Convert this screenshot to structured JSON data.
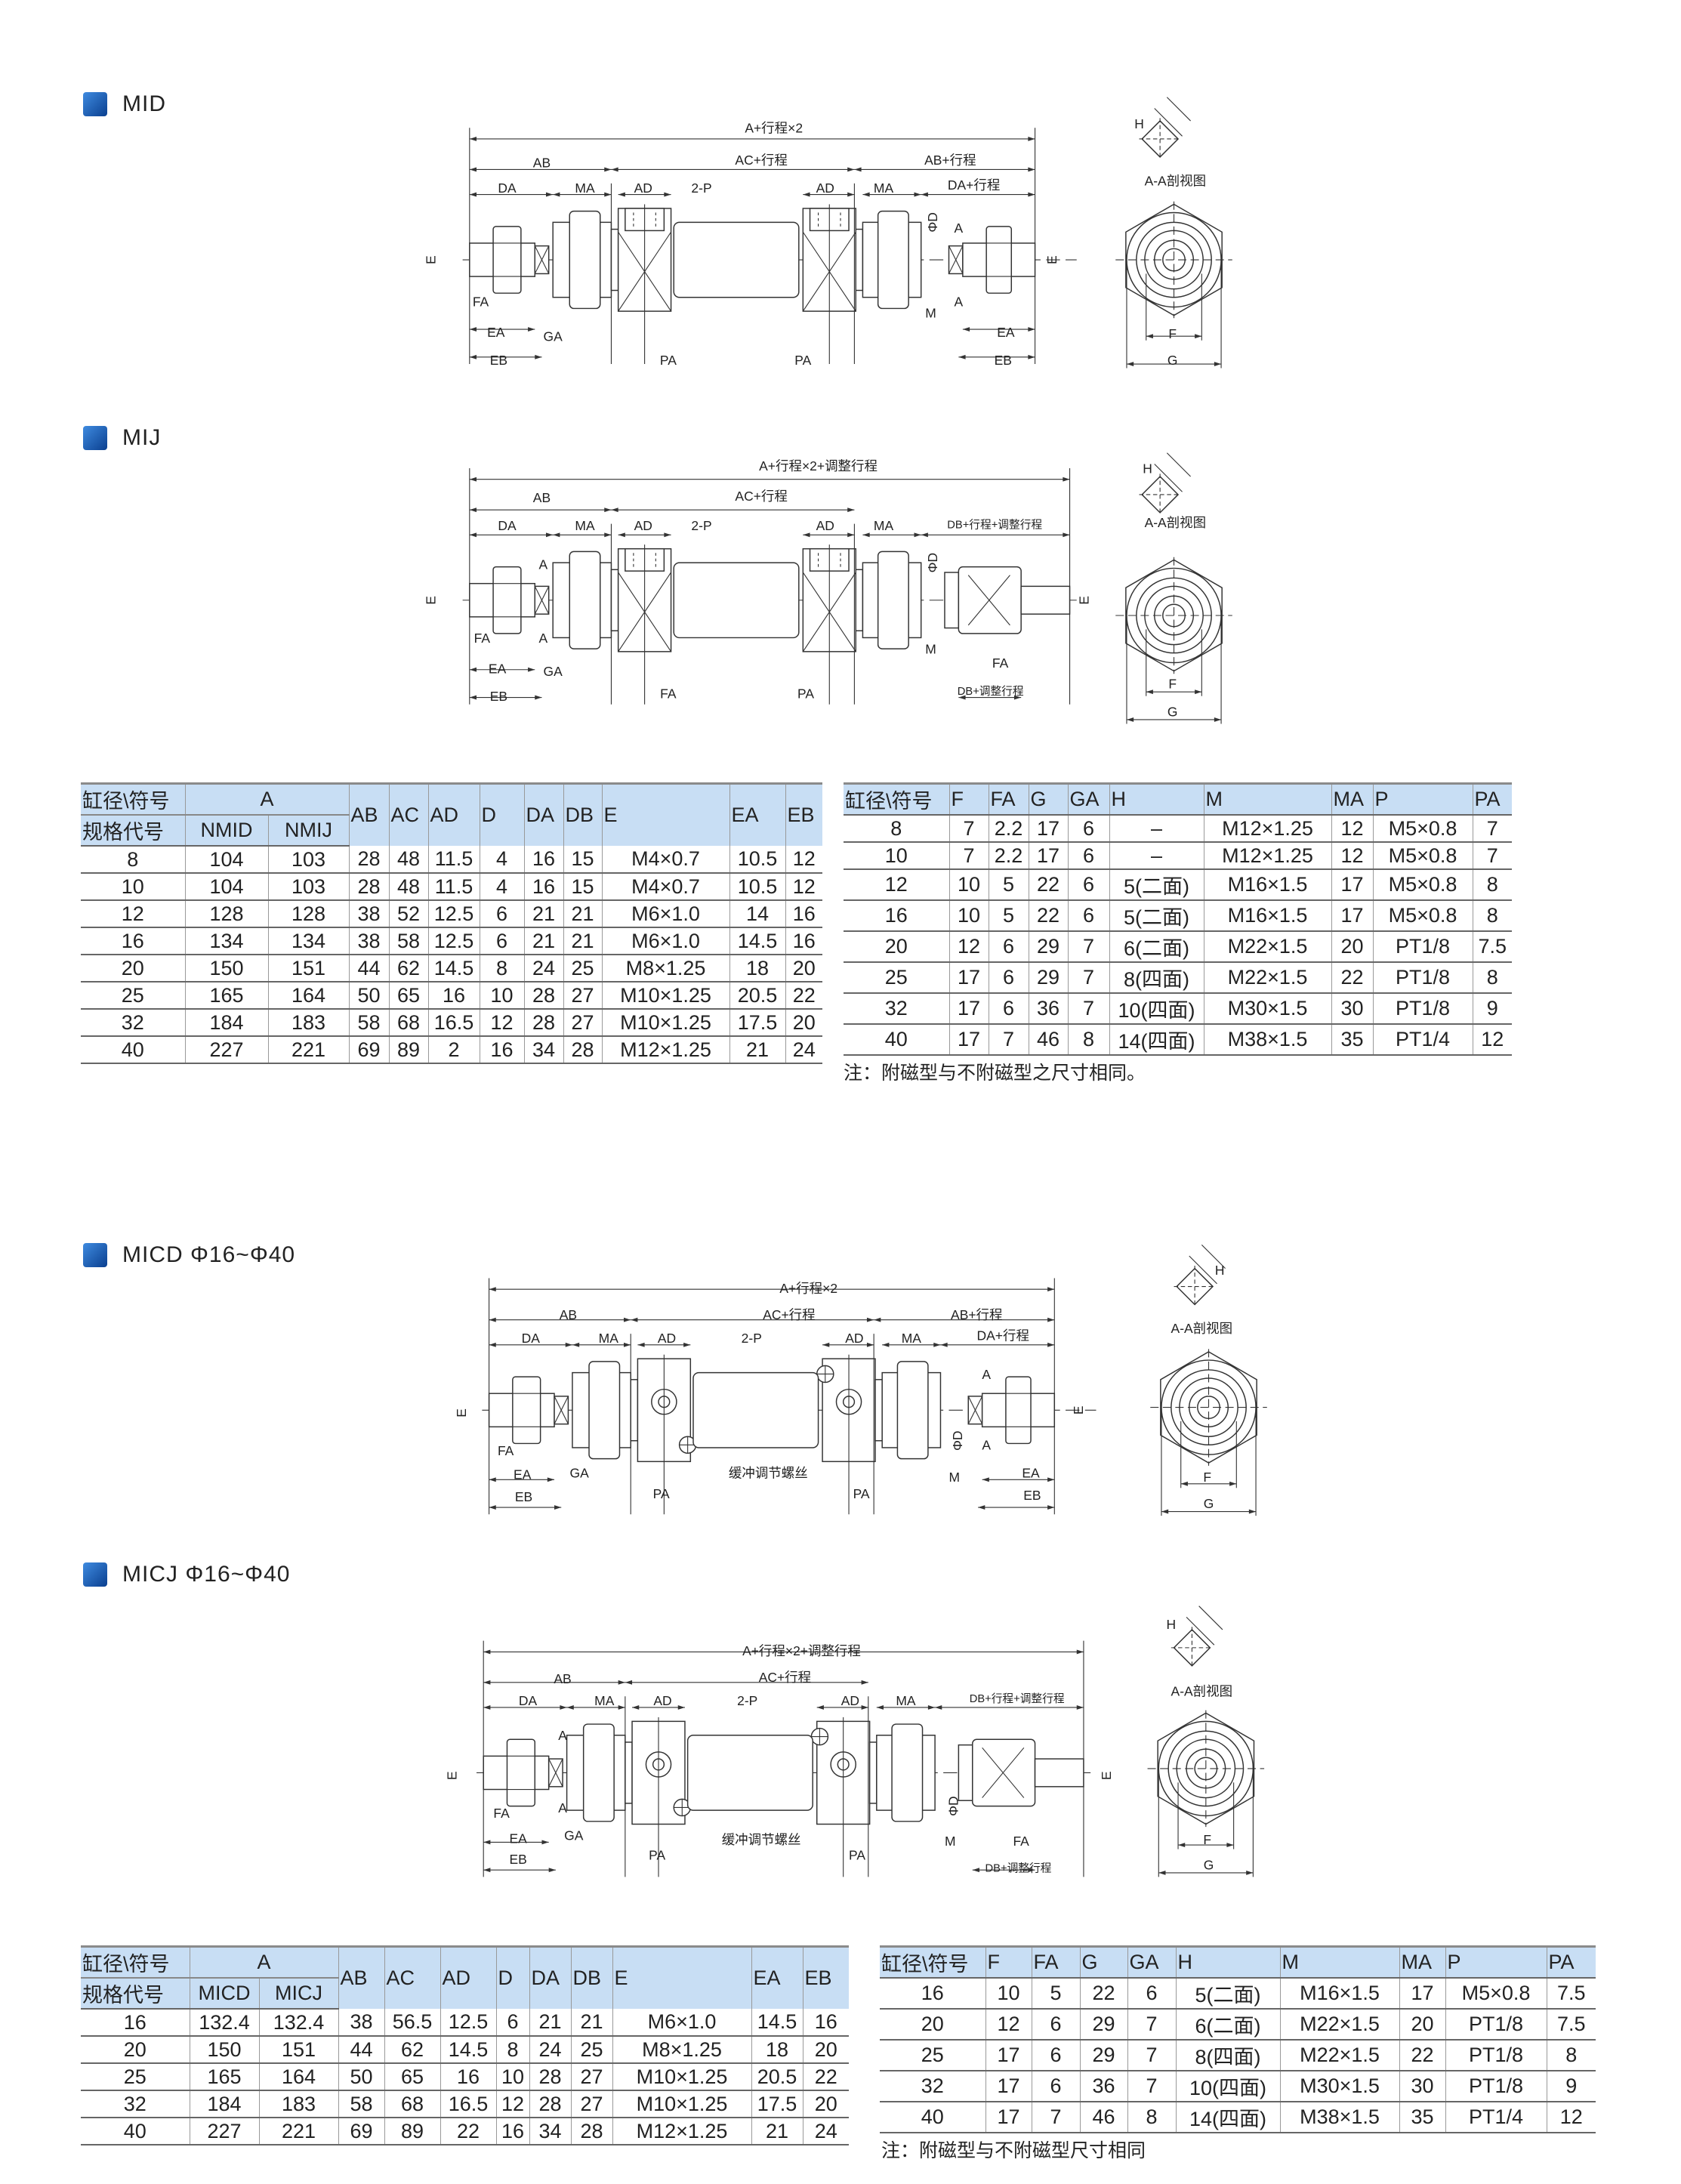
{
  "sections": [
    {
      "title": "MID"
    },
    {
      "title": "MIJ"
    },
    {
      "title": "MICD Φ16~Φ40"
    },
    {
      "title": "MICJ Φ16~Φ40"
    }
  ],
  "drawings": [
    {
      "name": "MID",
      "labels": [
        "A+行程×2",
        "AB",
        "AC+行程",
        "AB+行程",
        "DA",
        "MA",
        "AD",
        "2-P",
        "AD",
        "MA",
        "DA+行程",
        "E",
        "E",
        "ΦD",
        "A",
        "A",
        "M",
        "FA",
        "EA",
        "GA",
        "EB",
        "PA",
        "PA",
        "EA",
        "EB",
        "H",
        "A-A剖视图",
        "F",
        "G"
      ]
    },
    {
      "name": "MIJ",
      "labels": [
        "A+行程×2+调整行程",
        "AB",
        "AC+行程",
        "DA",
        "MA",
        "AD",
        "2-P",
        "AD",
        "MA",
        "DB+行程+调整行程",
        "E",
        "E",
        "ΦD",
        "A",
        "A",
        "M",
        "FA",
        "EA",
        "GA",
        "EB",
        "FA",
        "PA",
        "FA",
        "DB+调整行程",
        "H",
        "A-A剖视图",
        "F",
        "G"
      ]
    },
    {
      "name": "MICD",
      "labels": [
        "A+行程×2",
        "AB",
        "AC+行程",
        "AB+行程",
        "DA",
        "MA",
        "AD",
        "2-P",
        "AD",
        "MA",
        "DA+行程",
        "E",
        "E",
        "ΦD",
        "A",
        "A",
        "M",
        "FA",
        "EA",
        "GA",
        "EB",
        "PA",
        "缓冲调节螺丝",
        "PA",
        "EA",
        "EB",
        "H",
        "A-A剖视图",
        "F",
        "G"
      ]
    },
    {
      "name": "MICJ",
      "labels": [
        "A+行程×2+调整行程",
        "AB",
        "AC+行程",
        "DA",
        "MA",
        "AD",
        "2-P",
        "AD",
        "MA",
        "DB+行程+调整行程",
        "E",
        "E",
        "A",
        "A",
        "ΦD",
        "M",
        "FA",
        "EA",
        "GA",
        "EB",
        "PA",
        "缓冲调节螺丝",
        "PA",
        "FA",
        "DB+调整行程",
        "H",
        "A-A剖视图",
        "F",
        "G"
      ]
    }
  ],
  "table1_left": {
    "corner_top": "缸径\\符号",
    "corner_bottom": "规格代号",
    "group": "A",
    "sub": [
      "NMID",
      "NMIJ"
    ],
    "cols": [
      "AB",
      "AC",
      "AD",
      "D",
      "DA",
      "DB",
      "E",
      "EA",
      "EB"
    ],
    "rows": [
      [
        "8",
        "104",
        "103",
        "28",
        "48",
        "11.5",
        "4",
        "16",
        "15",
        "M4×0.7",
        "10.5",
        "12"
      ],
      [
        "10",
        "104",
        "103",
        "28",
        "48",
        "11.5",
        "4",
        "16",
        "15",
        "M4×0.7",
        "10.5",
        "12"
      ],
      [
        "12",
        "128",
        "128",
        "38",
        "52",
        "12.5",
        "6",
        "21",
        "21",
        "M6×1.0",
        "14",
        "16"
      ],
      [
        "16",
        "134",
        "134",
        "38",
        "58",
        "12.5",
        "6",
        "21",
        "21",
        "M6×1.0",
        "14.5",
        "16"
      ],
      [
        "20",
        "150",
        "151",
        "44",
        "62",
        "14.5",
        "8",
        "24",
        "25",
        "M8×1.25",
        "18",
        "20"
      ],
      [
        "25",
        "165",
        "164",
        "50",
        "65",
        "16",
        "10",
        "28",
        "27",
        "M10×1.25",
        "20.5",
        "22"
      ],
      [
        "32",
        "184",
        "183",
        "58",
        "68",
        "16.5",
        "12",
        "28",
        "27",
        "M10×1.25",
        "17.5",
        "20"
      ],
      [
        "40",
        "227",
        "221",
        "69",
        "89",
        "2",
        "16",
        "34",
        "28",
        "M12×1.25",
        "21",
        "24"
      ]
    ]
  },
  "table1_right": {
    "cols": [
      "缸径\\符号",
      "F",
      "FA",
      "G",
      "GA",
      "H",
      "M",
      "MA",
      "P",
      "PA"
    ],
    "rows": [
      [
        "8",
        "7",
        "2.2",
        "17",
        "6",
        "–",
        "M12×1.25",
        "12",
        "M5×0.8",
        "7"
      ],
      [
        "10",
        "7",
        "2.2",
        "17",
        "6",
        "–",
        "M12×1.25",
        "12",
        "M5×0.8",
        "7"
      ],
      [
        "12",
        "10",
        "5",
        "22",
        "6",
        "5(二面)",
        "M16×1.5",
        "17",
        "M5×0.8",
        "8"
      ],
      [
        "16",
        "10",
        "5",
        "22",
        "6",
        "5(二面)",
        "M16×1.5",
        "17",
        "M5×0.8",
        "8"
      ],
      [
        "20",
        "12",
        "6",
        "29",
        "7",
        "6(二面)",
        "M22×1.5",
        "20",
        "PT1/8",
        "7.5"
      ],
      [
        "25",
        "17",
        "6",
        "29",
        "7",
        "8(四面)",
        "M22×1.5",
        "22",
        "PT1/8",
        "8"
      ],
      [
        "32",
        "17",
        "6",
        "36",
        "7",
        "10(四面)",
        "M30×1.5",
        "30",
        "PT1/8",
        "9"
      ],
      [
        "40",
        "17",
        "7",
        "46",
        "8",
        "14(四面)",
        "M38×1.5",
        "35",
        "PT1/4",
        "12"
      ]
    ],
    "note": "注：附磁型与不附磁型之尺寸相同。"
  },
  "table2_left": {
    "corner_top": "缸径\\符号",
    "corner_bottom": "规格代号",
    "group": "A",
    "sub": [
      "MICD",
      "MICJ"
    ],
    "cols": [
      "AB",
      "AC",
      "AD",
      "D",
      "DA",
      "DB",
      "E",
      "EA",
      "EB"
    ],
    "rows": [
      [
        "16",
        "132.4",
        "132.4",
        "38",
        "56.5",
        "12.5",
        "6",
        "21",
        "21",
        "M6×1.0",
        "14.5",
        "16"
      ],
      [
        "20",
        "150",
        "151",
        "44",
        "62",
        "14.5",
        "8",
        "24",
        "25",
        "M8×1.25",
        "18",
        "20"
      ],
      [
        "25",
        "165",
        "164",
        "50",
        "65",
        "16",
        "10",
        "28",
        "27",
        "M10×1.25",
        "20.5",
        "22"
      ],
      [
        "32",
        "184",
        "183",
        "58",
        "68",
        "16.5",
        "12",
        "28",
        "27",
        "M10×1.25",
        "17.5",
        "20"
      ],
      [
        "40",
        "227",
        "221",
        "69",
        "89",
        "22",
        "16",
        "34",
        "28",
        "M12×1.25",
        "21",
        "24"
      ]
    ]
  },
  "table2_right": {
    "cols": [
      "缸径\\符号",
      "F",
      "FA",
      "G",
      "GA",
      "H",
      "M",
      "MA",
      "P",
      "PA"
    ],
    "rows": [
      [
        "16",
        "10",
        "5",
        "22",
        "6",
        "5(二面)",
        "M16×1.5",
        "17",
        "M5×0.8",
        "7.5"
      ],
      [
        "20",
        "12",
        "6",
        "29",
        "7",
        "6(二面)",
        "M22×1.5",
        "20",
        "PT1/8",
        "7.5"
      ],
      [
        "25",
        "17",
        "6",
        "29",
        "7",
        "8(四面)",
        "M22×1.5",
        "22",
        "PT1/8",
        "8"
      ],
      [
        "32",
        "17",
        "6",
        "36",
        "7",
        "10(四面)",
        "M30×1.5",
        "30",
        "PT1/8",
        "9"
      ],
      [
        "40",
        "17",
        "7",
        "46",
        "8",
        "14(四面)",
        "M38×1.5",
        "35",
        "PT1/4",
        "12"
      ]
    ],
    "note": "注：附磁型与不附磁型尺寸相同"
  },
  "colors": {
    "accent": "#0a4f9f",
    "header_bg": "#c8def4"
  }
}
